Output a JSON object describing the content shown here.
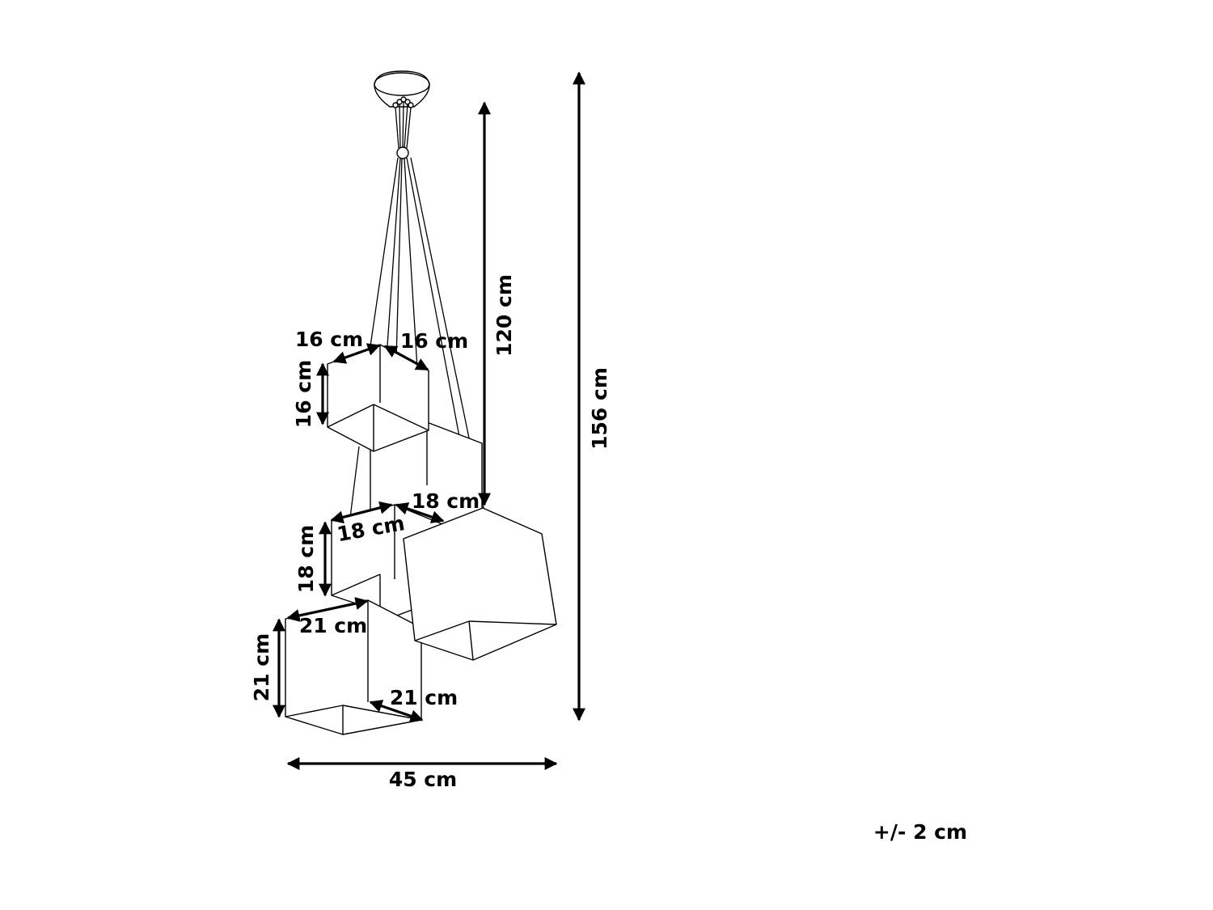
{
  "colors": {
    "line": "#000000",
    "background": "#ffffff"
  },
  "dimensions": {
    "overall_height": "156 cm",
    "cord_length": "120 cm",
    "overall_width": "45 cm",
    "small_shade": {
      "width": "16 cm",
      "depth": "16 cm",
      "height": "16 cm"
    },
    "medium_shade": {
      "width": "18 cm",
      "depth": "18 cm",
      "height": "18 cm"
    },
    "large_shade": {
      "width": "21 cm",
      "depth": "21 cm",
      "height": "21 cm"
    }
  },
  "tolerance": "+/- 2 cm"
}
